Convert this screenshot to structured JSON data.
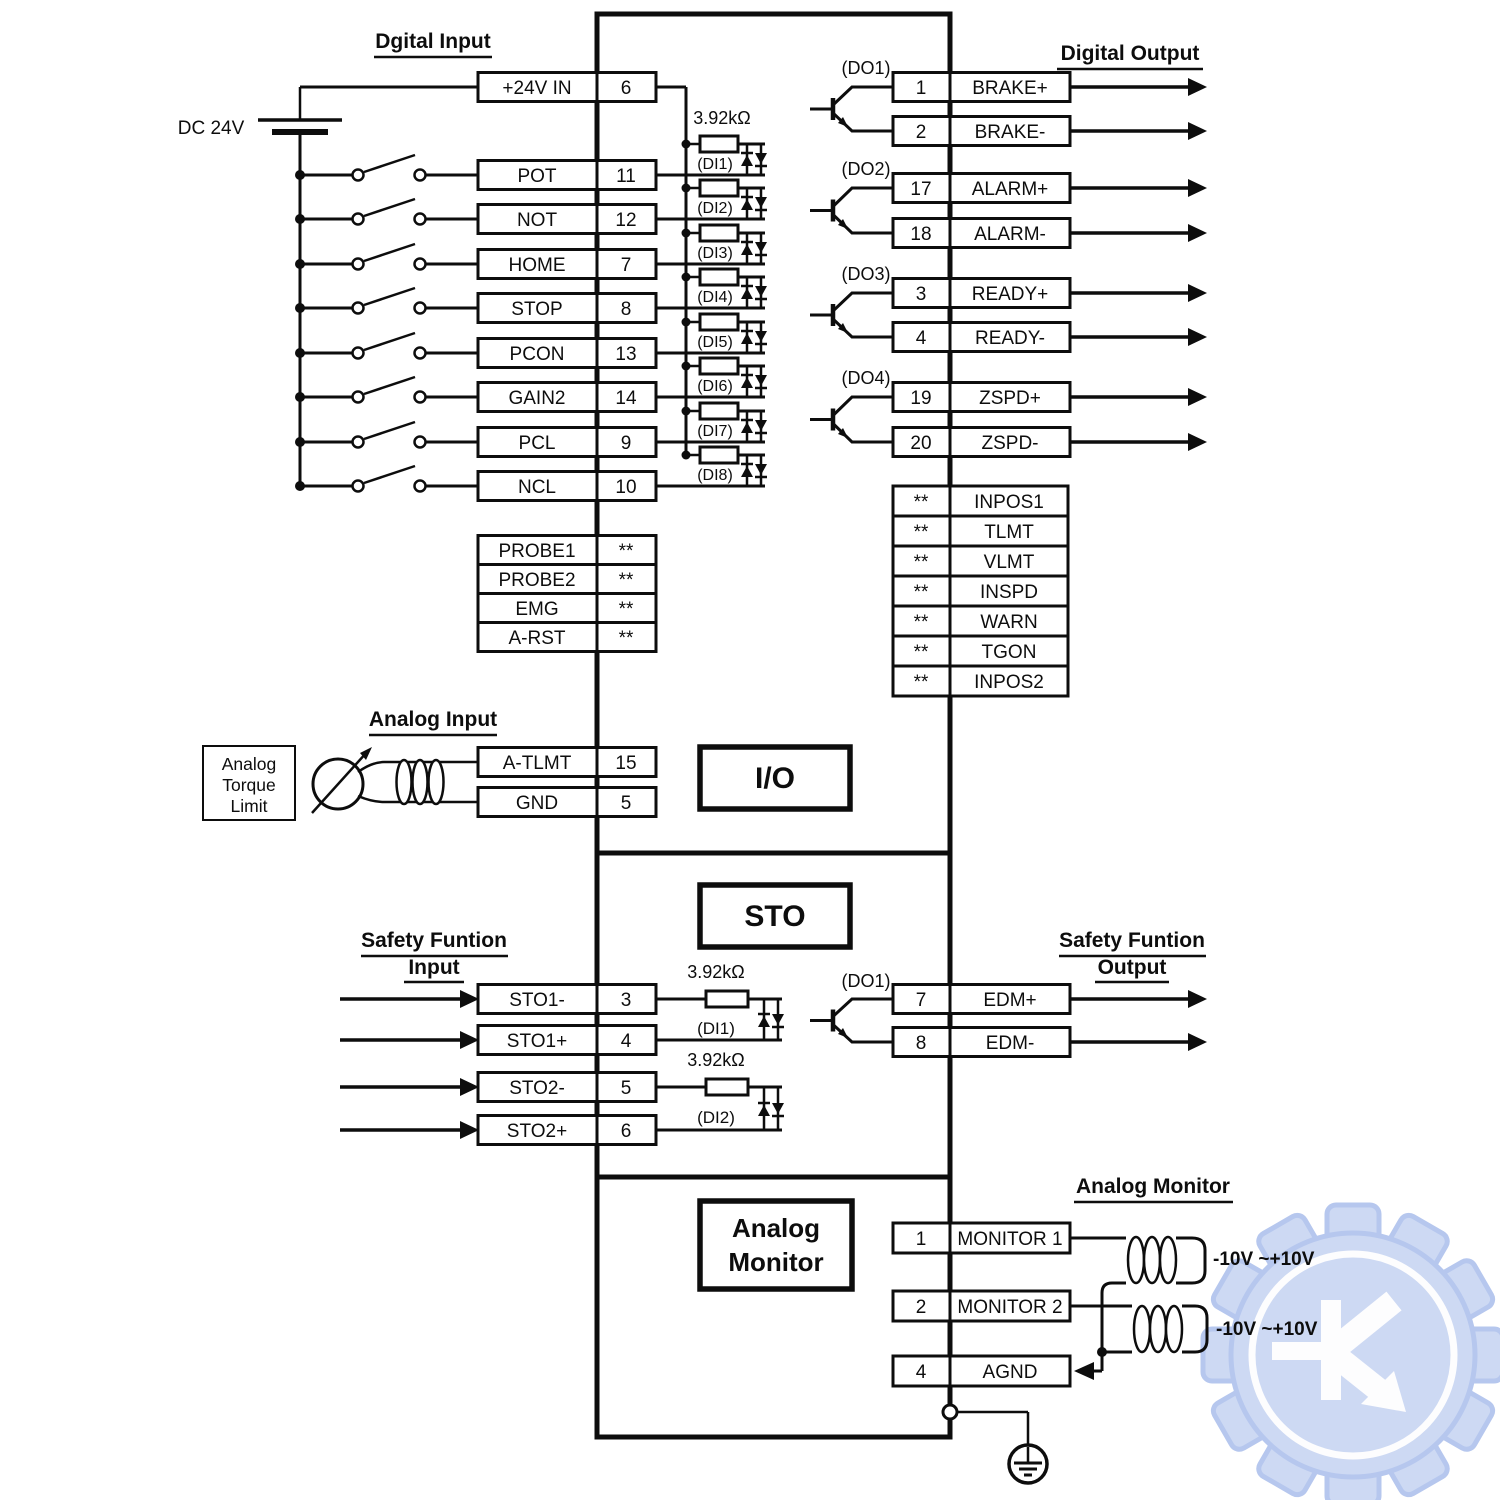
{
  "headings": {
    "digital_input": "Dgital Input",
    "digital_output": "Digital Output",
    "analog_input": "Analog Input",
    "safety_input_1": "Safety Funtion",
    "safety_input_2": "Input",
    "safety_output_1": "Safety Funtion",
    "safety_output_2": "Output",
    "analog_monitor": "Analog Monitor"
  },
  "power_supply": {
    "label": "DC 24V"
  },
  "resistor_value": "3.92kΩ",
  "blocks": {
    "io": "I/O",
    "sto": "STO",
    "analog_monitor_1": "Analog",
    "analog_monitor_2": "Monitor"
  },
  "analog_torque_limit": {
    "line1": "Analog",
    "line2": "Torque",
    "line3": "Limit"
  },
  "digital_input": {
    "pins": [
      {
        "label": "+24V IN",
        "pin": "6"
      },
      {
        "label": "POT",
        "pin": "11"
      },
      {
        "label": "NOT",
        "pin": "12"
      },
      {
        "label": "HOME",
        "pin": "7"
      },
      {
        "label": "STOP",
        "pin": "8"
      },
      {
        "label": "PCON",
        "pin": "13"
      },
      {
        "label": "GAIN2",
        "pin": "14"
      },
      {
        "label": "PCL",
        "pin": "9"
      },
      {
        "label": "NCL",
        "pin": "10"
      }
    ],
    "di_channels": [
      "(DI1)",
      "(DI2)",
      "(DI3)",
      "(DI4)",
      "(DI5)",
      "(DI6)",
      "(DI7)",
      "(DI8)"
    ],
    "extra_pins": [
      {
        "label": "PROBE1",
        "pin": "**"
      },
      {
        "label": "PROBE2",
        "pin": "**"
      },
      {
        "label": "EMG",
        "pin": "**"
      },
      {
        "label": "A-RST",
        "pin": "**"
      }
    ]
  },
  "digital_output": {
    "groups": [
      {
        "do": "(DO1)",
        "pins": [
          {
            "pin": "1",
            "label": "BRAKE+"
          },
          {
            "pin": "2",
            "label": "BRAKE-"
          }
        ]
      },
      {
        "do": "(DO2)",
        "pins": [
          {
            "pin": "17",
            "label": "ALARM+"
          },
          {
            "pin": "18",
            "label": "ALARM-"
          }
        ]
      },
      {
        "do": "(DO3)",
        "pins": [
          {
            "pin": "3",
            "label": "READY+"
          },
          {
            "pin": "4",
            "label": "READY-"
          }
        ]
      },
      {
        "do": "(DO4)",
        "pins": [
          {
            "pin": "19",
            "label": "ZSPD+"
          },
          {
            "pin": "20",
            "label": "ZSPD-"
          }
        ]
      }
    ],
    "status_pins": [
      {
        "pin": "**",
        "label": "INPOS1"
      },
      {
        "pin": "**",
        "label": "TLMT"
      },
      {
        "pin": "**",
        "label": "VLMT"
      },
      {
        "pin": "**",
        "label": "INSPD"
      },
      {
        "pin": "**",
        "label": "WARN"
      },
      {
        "pin": "**",
        "label": "TGON"
      },
      {
        "pin": "**",
        "label": "INPOS2"
      }
    ]
  },
  "analog_input": {
    "pins": [
      {
        "label": "A-TLMT",
        "pin": "15"
      },
      {
        "label": "GND",
        "pin": "5"
      }
    ]
  },
  "safety_input": {
    "pins": [
      {
        "label": "STO1-",
        "pin": "3"
      },
      {
        "label": "STO1+",
        "pin": "4"
      },
      {
        "label": "STO2-",
        "pin": "5"
      },
      {
        "label": "STO2+",
        "pin": "6"
      }
    ],
    "di_channels": [
      "(DI1)",
      "(DI2)"
    ]
  },
  "safety_output": {
    "do": "(DO1)",
    "pins": [
      {
        "pin": "7",
        "label": "EDM+"
      },
      {
        "pin": "8",
        "label": "EDM-"
      }
    ]
  },
  "analog_monitor": {
    "pins": [
      {
        "pin": "1",
        "label": "MONITOR 1"
      },
      {
        "pin": "2",
        "label": "MONITOR 2"
      },
      {
        "pin": "4",
        "label": "AGND"
      }
    ],
    "ranges": [
      "-10V ~+10V",
      "-10V ~+10V"
    ]
  },
  "watermark": {
    "color": "#cdd9f3",
    "outline": "#b6c7ee",
    "ring": "#fdfdfe"
  }
}
